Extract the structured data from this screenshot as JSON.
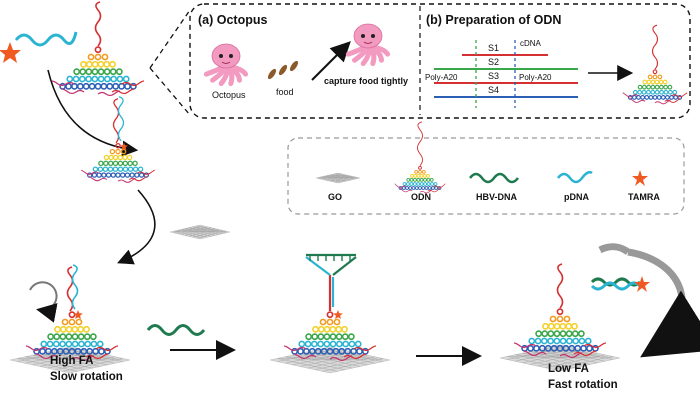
{
  "panel_a": {
    "title": "(a) Octopus",
    "octopus_label": "Octopus",
    "food_label": "food",
    "capture_label": "capture food tightly"
  },
  "panel_b": {
    "title": "(b) Preparation of ODN",
    "strands": [
      "S1",
      "S2",
      "S3",
      "S4"
    ],
    "cdna_label": "cDNA",
    "polya_left": "Poly-A20",
    "polya_right": "Poly-A20"
  },
  "legend": {
    "go": "GO",
    "odn": "ODN",
    "hbv": "HBV-DNA",
    "pdna": "pDNA",
    "tamra": "TAMRA"
  },
  "states": {
    "high_line1": "High FA",
    "high_line2": "Slow rotation",
    "low_line1": "Low FA",
    "low_line2": "Fast rotation"
  },
  "colors": {
    "red": "#d62f32",
    "orange": "#f39a1e",
    "yellow": "#f2d12a",
    "green": "#3aa64a",
    "cyan": "#2bb4d1",
    "blue": "#2b5fb5",
    "magenta": "#c4336f",
    "darkgreen": "#1f7a4f",
    "tamra": "#f05a22",
    "octopus": "#f39ac0"
  }
}
